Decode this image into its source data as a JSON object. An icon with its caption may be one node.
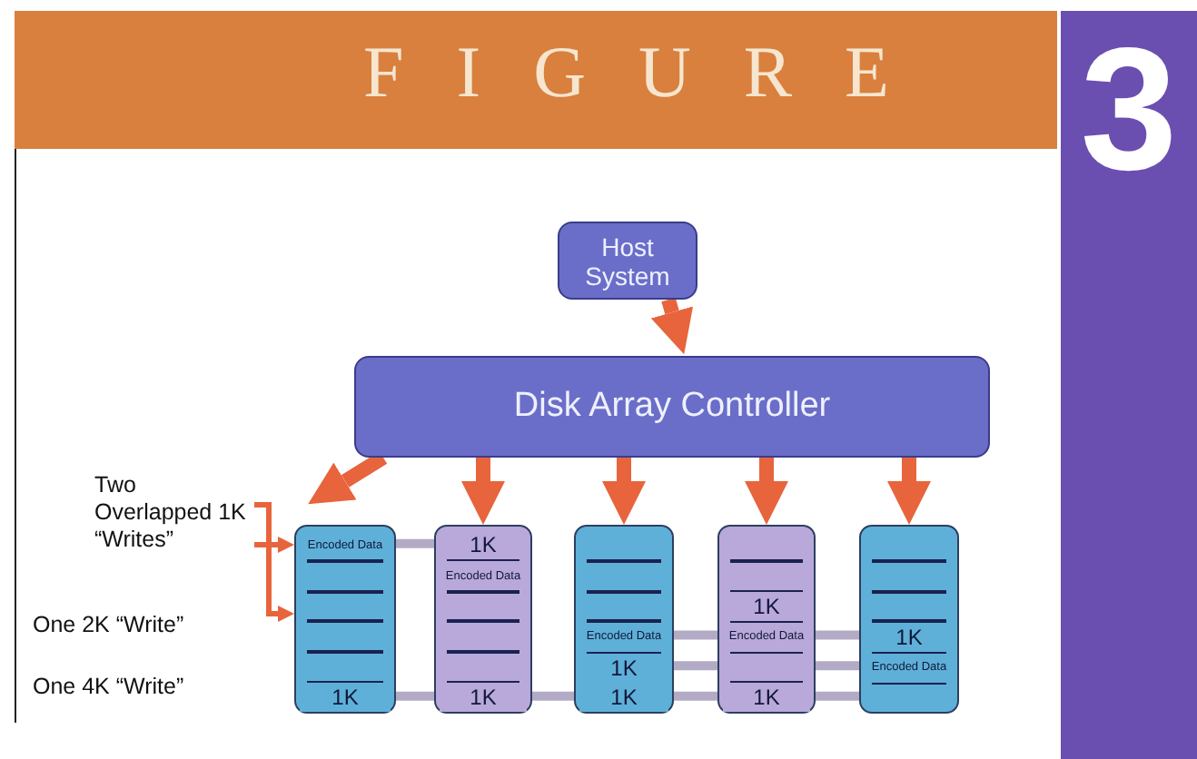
{
  "diagram": {
    "title": "FIGURE",
    "nodes": [
      {
        "text": [
          "Host System"
        ]
      },
      {
        "text": [
          "Disk Array Controller"
        ]
      },
      {
        "text": [
          "Encoded Data",
          "1K"
        ]
      },
      {
        "text": [
          "1K",
          "Encoded Data",
          "1K"
        ]
      },
      {
        "text": [
          "Encoded Data",
          "1K",
          "1K"
        ]
      },
      {
        "text": [
          "1K",
          "Encoded Data",
          "1K"
        ]
      },
      {
        "text": [
          "1K",
          "Encoded Data"
        ]
      },
      {
        "text": [
          "Two Overlapped 1K “Writes”"
        ]
      }
    ],
    "edges": [
      {
        "from": 0,
        "to": 1,
        "arrow": "to",
        "color": "#e8643c"
      },
      {
        "from": 1,
        "to": 2,
        "arrow": "to",
        "color": "#e8643c"
      },
      {
        "from": 1,
        "to": 3,
        "arrow": "to",
        "color": "#e8643c"
      },
      {
        "from": 1,
        "to": 4,
        "arrow": "to",
        "color": "#e8643c"
      },
      {
        "from": 1,
        "to": 5,
        "arrow": "to",
        "color": "#e8643c"
      },
      {
        "from": 1,
        "to": 6,
        "arrow": "to",
        "color": "#e8643c"
      },
      {
        "from": 2,
        "to": 3,
        "arrow": "none"
      },
      {
        "from": 2,
        "to": 3,
        "arrow": "none"
      },
      {
        "from": 3,
        "to": 4,
        "arrow": "none"
      },
      {
        "from": 4,
        "to": 5,
        "arrow": "none"
      },
      {
        "from": 4,
        "to": 5,
        "arrow": "none"
      },
      {
        "from": 4,
        "to": 5,
        "arrow": "none"
      },
      {
        "from": 5,
        "to": 6,
        "arrow": "none"
      },
      {
        "from": 5,
        "to": 6,
        "arrow": "none"
      },
      {
        "from": 5,
        "to": 6,
        "arrow": "none"
      },
      {
        "from": 7,
        "to": 2,
        "arrow": "to",
        "color": "#e8643c"
      },
      {
        "from": 7,
        "to": 2,
        "arrow": "to",
        "color": "#e8643c"
      }
    ],
    "labels": [
      "3",
      "One 2K “Write”",
      "One 4K “Write”"
    ]
  }
}
